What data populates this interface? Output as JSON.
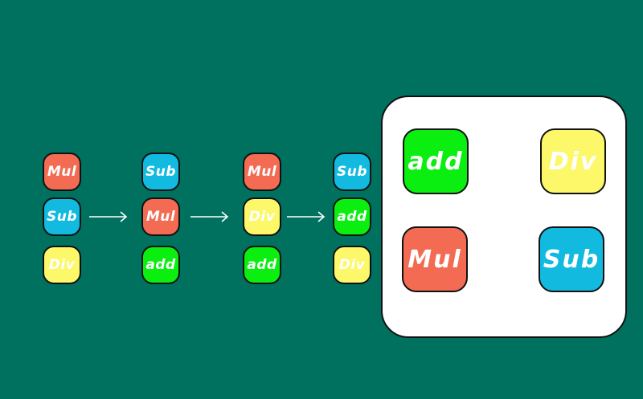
{
  "ops": {
    "mul": {
      "label": "Mul",
      "color": "#f26b52"
    },
    "sub": {
      "label": "Sub",
      "color": "#12bae0"
    },
    "div": {
      "label": "Div",
      "color": "#fcf86a"
    },
    "add": {
      "label": "add",
      "color": "#0aef0f"
    }
  },
  "columns": [
    [
      "mul",
      "sub",
      "div"
    ],
    [
      "sub",
      "mul",
      "add"
    ],
    [
      "mul",
      "div",
      "add"
    ],
    [
      "sub",
      "add",
      "div"
    ]
  ],
  "panel": [
    "add",
    "div",
    "mul",
    "sub"
  ]
}
